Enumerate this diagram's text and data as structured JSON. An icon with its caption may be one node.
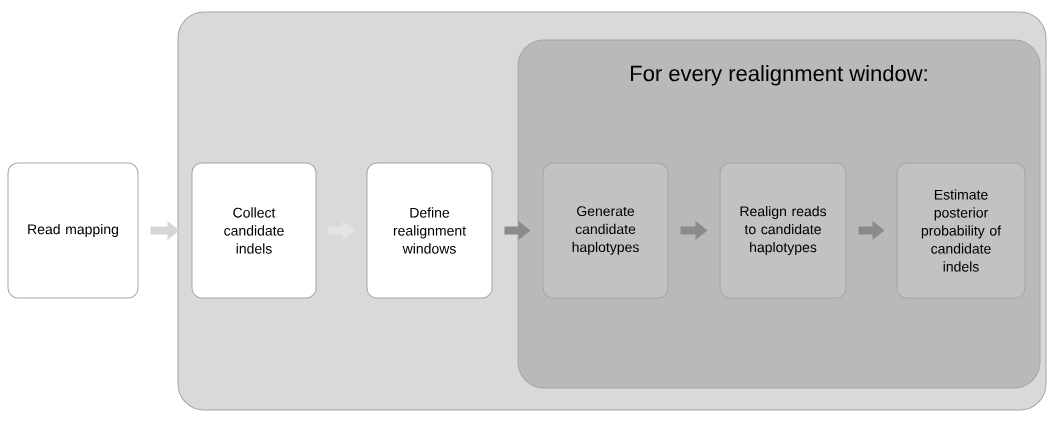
{
  "diagram": {
    "nodes": [
      {
        "text": [
          "Read mapping"
        ]
      },
      {
        "text": [],
        "shape": "box"
      },
      {
        "text": [
          "Collect candidate indels"
        ],
        "in": 1
      },
      {
        "text": [
          "Define realignment windows"
        ],
        "in": 1
      },
      {
        "text": [
          "For every realignment window:"
        ],
        "in": 1
      },
      {
        "text": [
          "Generate candidate haplotypes"
        ],
        "in": 4
      },
      {
        "text": [
          "Realign reads to candidate haplotypes"
        ],
        "in": 4
      },
      {
        "text": [
          "Estimate posterior probability of candidate indels"
        ],
        "in": 4
      }
    ],
    "edges": [
      {
        "from": 0,
        "to": 2,
        "arrow": "to",
        "color": "#d6d6d6"
      },
      {
        "from": 2,
        "to": 3,
        "arrow": "to",
        "color": "#e4e4e4"
      },
      {
        "from": 3,
        "to": 5,
        "arrow": "to"
      },
      {
        "from": 5,
        "to": 6,
        "arrow": "to"
      },
      {
        "from": 6,
        "to": 7,
        "arrow": "to"
      }
    ]
  }
}
